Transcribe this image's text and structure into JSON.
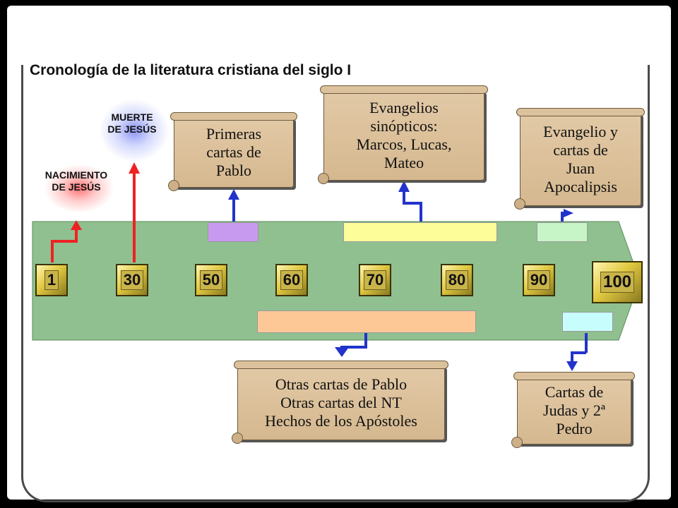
{
  "title": "Cronología de la literatura cristiana del siglo I",
  "events": {
    "nacimiento": "NACIMIENTO\nDE JESÚS",
    "muerte": "MUERTE\nDE JESÚS"
  },
  "years": [
    "1",
    "30",
    "50",
    "60",
    "70",
    "80",
    "90",
    "100"
  ],
  "scrolls": {
    "primeras_cartas": "Primeras\ncartas de\nPablo",
    "sinopticos": "Evangelios\nsinópticos:\nMarcos, Lucas,\nMateo",
    "juan": "Evangelio y\ncartas de\nJuan\nApocalipsis",
    "otras_cartas": "Otras cartas de Pablo\nOtras cartas del NT\nHechos de los Apóstoles",
    "judas_pedro": "Cartas de\nJudas y 2ª\nPedro"
  },
  "colors": {
    "timeline": "#90c090",
    "bar_pablo": "#c79af0",
    "bar_sinopticos": "#fdfd9a",
    "bar_juan": "#c8f5c8",
    "bar_otras": "#fdc896",
    "bar_judas": "#c8fdfd",
    "arrow_red": "#ee2222",
    "arrow_blue": "#2233cc"
  }
}
